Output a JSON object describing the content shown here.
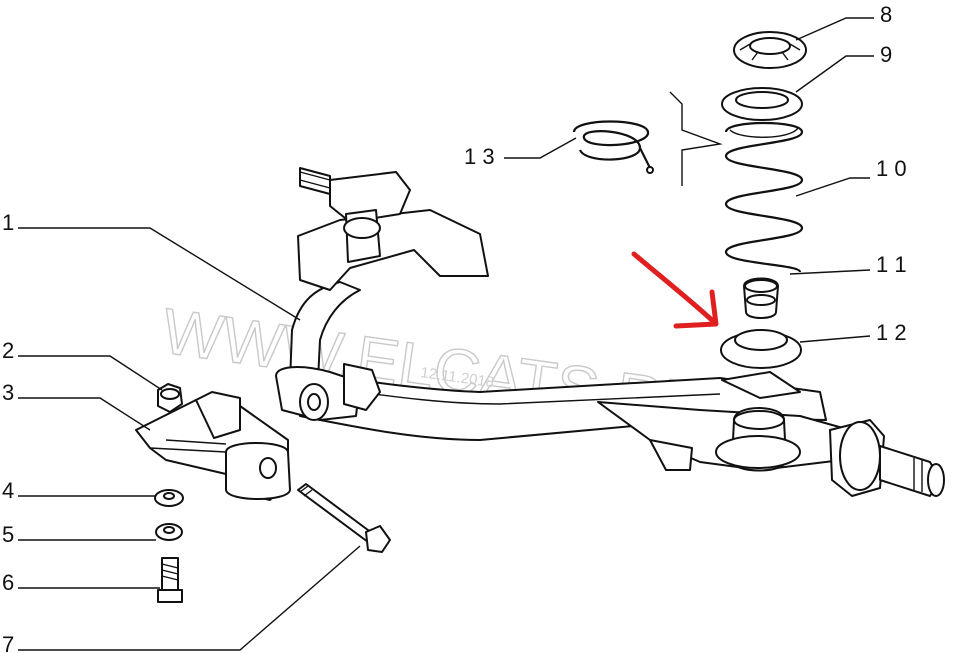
{
  "callouts": [
    {
      "id": "1",
      "label": "1"
    },
    {
      "id": "2",
      "label": "2"
    },
    {
      "id": "3",
      "label": "3"
    },
    {
      "id": "4",
      "label": "4"
    },
    {
      "id": "5",
      "label": "5"
    },
    {
      "id": "6",
      "label": "6"
    },
    {
      "id": "7",
      "label": "7"
    },
    {
      "id": "8",
      "label": "8"
    },
    {
      "id": "9",
      "label": "9"
    },
    {
      "id": "10",
      "label": "1 0"
    },
    {
      "id": "11",
      "label": "1 1"
    },
    {
      "id": "12",
      "label": "1 2"
    },
    {
      "id": "13",
      "label": "1 3"
    }
  ],
  "watermark": {
    "text": "WWW.ELCATS.RU",
    "date": "12.11.2018",
    "color": "#c9c9c9"
  },
  "annotation": {
    "type": "red-arrow",
    "color": "#e02020",
    "points_to": "12"
  }
}
